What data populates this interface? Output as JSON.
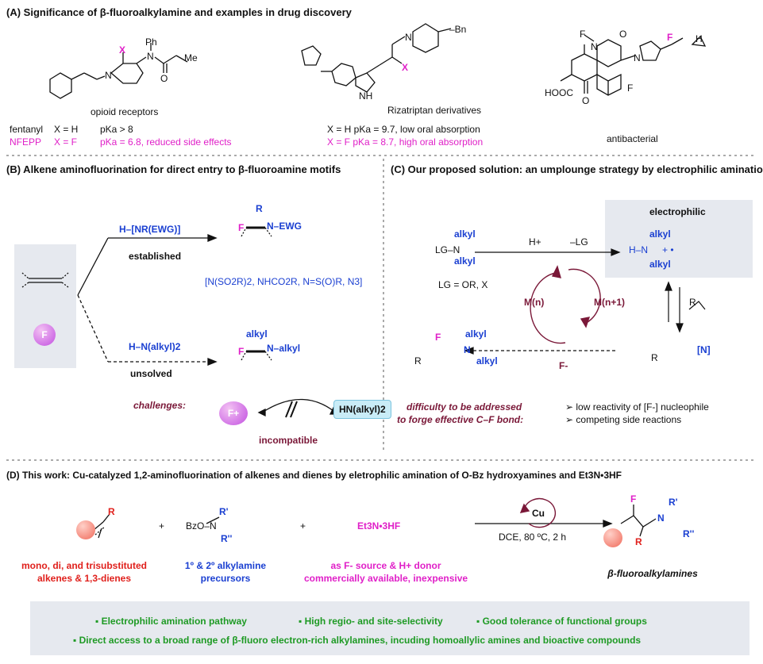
{
  "panelA": {
    "title": "(A) Significance of β-fluoroalkylamine and examples in drug discovery",
    "opioid": {
      "label": "opioid receptors",
      "atoms": {
        "x": "X",
        "ph": "Ph",
        "n": "N",
        "o": "O",
        "me": "Me",
        "n2": "N"
      }
    },
    "fentanyl": {
      "name": "fentanyl",
      "x": "X = H",
      "pka": "pKa > 8"
    },
    "nfepp": {
      "name": "NFEPP",
      "x": "X = F",
      "pka": "pKa = 6.8, reduced side effects"
    },
    "riza": {
      "label": "Rizatriptan derivatives",
      "atoms": {
        "bn": "–Bn",
        "x": "X",
        "nh": "NH",
        "n": "N"
      },
      "row1": "X = H   pKa = 9.7, low oral absorption",
      "row2": "X = F   pKa = 8.7, high oral absorption"
    },
    "anti": {
      "label": "antibacterial",
      "atoms": {
        "f1": "F",
        "f2": "F",
        "f3": "F",
        "o": "O",
        "o2": "O",
        "n": "N",
        "n2": "N",
        "h": "H",
        "hooc": "HOOC"
      }
    }
  },
  "panelB": {
    "title": "(B) Alkene aminofluorination for direct entry to β-fluoroamine motifs",
    "reagent1": "H–[NR(EWG)]",
    "established": "established",
    "product1": {
      "f": "F",
      "r": "R",
      "nr": "N–EWG"
    },
    "examples": "[N(SO2R)2, NHCO2R, N=S(O)R, N3]",
    "reagent2": "H–N(alkyl)2",
    "unsolved": "unsolved",
    "product2": {
      "f": "F",
      "alkyl1": "alkyl",
      "nalkyl": "N–alkyl"
    },
    "f_symbol": "F",
    "challenges": "challenges:",
    "fplus": "F+",
    "hn": "HN(alkyl)2",
    "incompatible": "incompatible"
  },
  "panelC": {
    "title": "(C) Our proposed solution:  an umplounge strategy by electrophilic amination",
    "lg": {
      "prefix": "LG–N",
      "alkyl1": "alkyl",
      "alkyl2": "alkyl"
    },
    "lg_def": "LG = OR, X",
    "hplus": "H+",
    "minus_lg": "–LG",
    "electrophilic": "electrophilic",
    "radical": {
      "h": "H–N",
      "plus": "+ •",
      "alkyl1": "alkyl",
      "alkyl2": "alkyl"
    },
    "mn": "M(n)",
    "mn1": "M(n+1)",
    "f_minus": "F-",
    "alkene_r": "R",
    "rad_int": {
      "r": "R",
      "n": "[N]"
    },
    "product": {
      "f": "F",
      "r": "R",
      "n": "N",
      "alkyl1": "alkyl",
      "alkyl2": "alkyl"
    },
    "difficulty1": "difficulty to be addressed",
    "difficulty2": "to forge effective C–F bond:",
    "bullet1": "➢  low reactivity of [F-] nucleophile",
    "bullet2": "➢  competing side reactions"
  },
  "panelD": {
    "title": "(D) This work: Cu-catalyzed 1,2-aminofluorination of alkenes and dienes by eletrophilic amination of O-Bz hydroxyamines and Et3N•3HF",
    "plus": "+",
    "r": "R",
    "bzo": "BzO–N",
    "rprime": "R'",
    "rdprime": "R''",
    "et3n": "Et3N•3HF",
    "cu": "Cu",
    "cond": "DCE, 80 ºC, 2 h",
    "prod": {
      "f": "F",
      "r": "R",
      "n": "N",
      "r1": "R'",
      "r2": "R''"
    },
    "sub1a": "mono, di, and trisubstituted",
    "sub1b": "alkenes & 1,3-dienes",
    "sub2a": "1º & 2º alkylamine",
    "sub2b": "precursors",
    "sub3a": "as F- source & H+ donor",
    "sub3b": "commercially available, inexpensive",
    "prod_label": "β-fluoroalkylamines",
    "feat1": "▪ Electrophilic amination pathway",
    "feat2": "▪ High regio- and site-selectivity",
    "feat3": "▪ Good tolerance of functional groups",
    "feat4": "▪ Direct access to a broad range of β-fluoro electron-rich alkylamines, incuding homoallylic amines and bioactive compounds"
  },
  "colors": {
    "blue": "#1a3fd1",
    "magenta": "#e020c8",
    "red": "#e0201c",
    "maroon": "#7a1838",
    "green": "#1e9a24",
    "box": "#e6e9ef"
  }
}
